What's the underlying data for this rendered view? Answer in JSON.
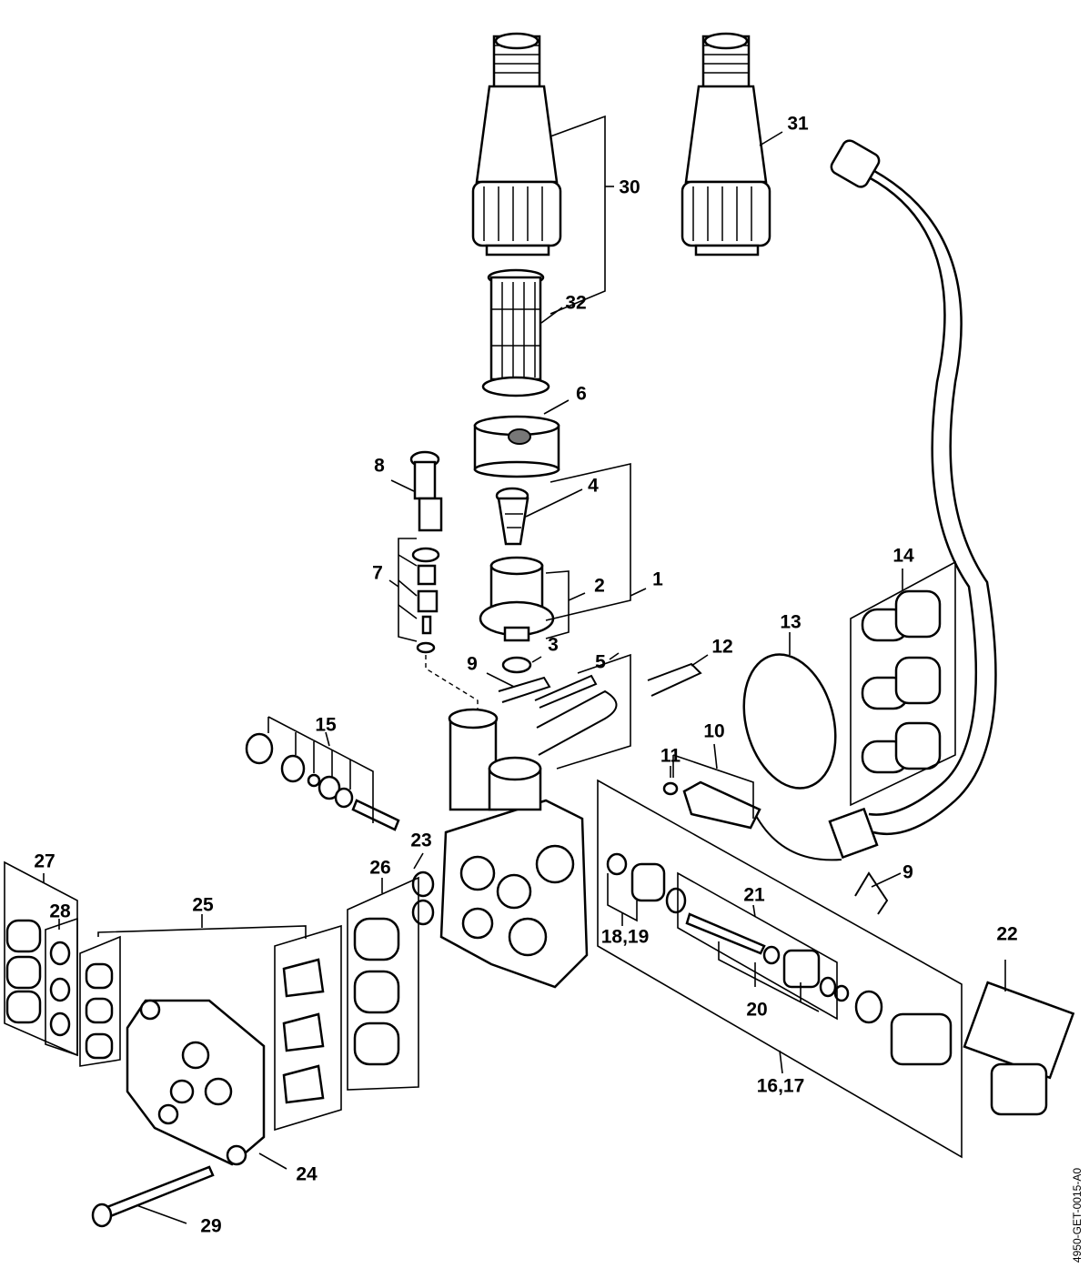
{
  "reference_code": "4950-GET-0015-A0",
  "parts": [
    {
      "id": "p1",
      "label": "1"
    },
    {
      "id": "p2",
      "label": "2"
    },
    {
      "id": "p3",
      "label": "3"
    },
    {
      "id": "p4",
      "label": "4"
    },
    {
      "id": "p5",
      "label": "5"
    },
    {
      "id": "p6",
      "label": "6"
    },
    {
      "id": "p7",
      "label": "7"
    },
    {
      "id": "p8",
      "label": "8"
    },
    {
      "id": "p9a",
      "label": "9"
    },
    {
      "id": "p9b",
      "label": "9"
    },
    {
      "id": "p10",
      "label": "10"
    },
    {
      "id": "p11",
      "label": "11"
    },
    {
      "id": "p12",
      "label": "12"
    },
    {
      "id": "p13",
      "label": "13"
    },
    {
      "id": "p14",
      "label": "14"
    },
    {
      "id": "p15",
      "label": "15"
    },
    {
      "id": "p16",
      "label": "16,17"
    },
    {
      "id": "p18",
      "label": "18,19"
    },
    {
      "id": "p20",
      "label": "20"
    },
    {
      "id": "p21",
      "label": "21"
    },
    {
      "id": "p22",
      "label": "22"
    },
    {
      "id": "p23",
      "label": "23"
    },
    {
      "id": "p24",
      "label": "24"
    },
    {
      "id": "p25",
      "label": "25"
    },
    {
      "id": "p26",
      "label": "26"
    },
    {
      "id": "p27",
      "label": "27"
    },
    {
      "id": "p28",
      "label": "28"
    },
    {
      "id": "p29",
      "label": "29"
    },
    {
      "id": "p30",
      "label": "30"
    },
    {
      "id": "p31",
      "label": "31"
    },
    {
      "id": "p32",
      "label": "32"
    }
  ]
}
